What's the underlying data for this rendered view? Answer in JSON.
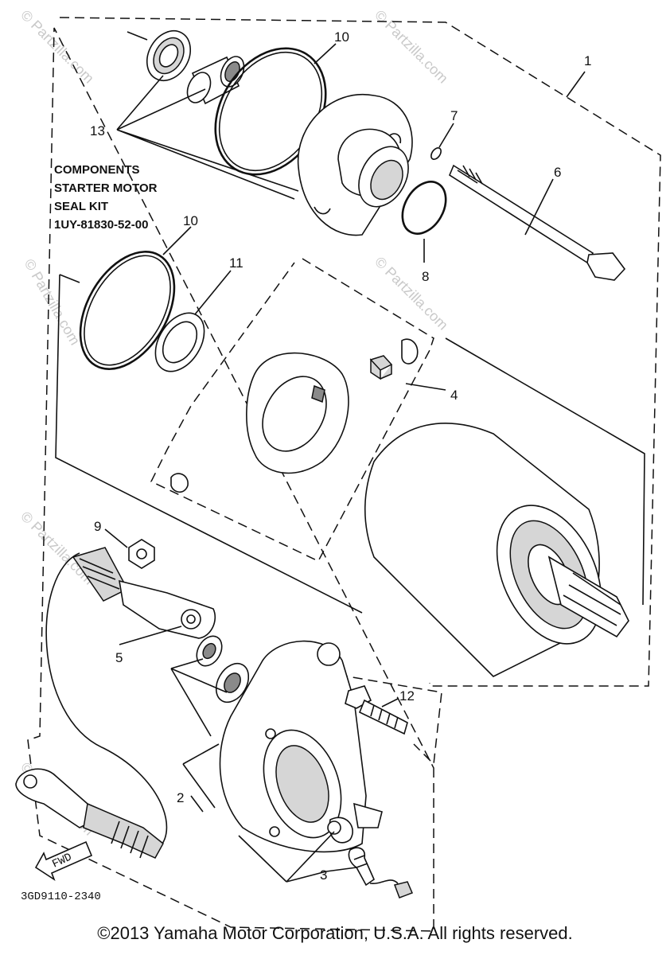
{
  "callouts": {
    "c1": "1",
    "c2": "2",
    "c3": "3",
    "c4": "4",
    "c5": "5",
    "c6": "6",
    "c7": "7",
    "c8": "8",
    "c9": "9",
    "c10a": "10",
    "c10b": "10",
    "c11": "11",
    "c12": "12",
    "c13": "13"
  },
  "kit_label": {
    "line1": "COMPONENTS",
    "line2": "STARTER MOTOR",
    "line3": "SEAL KIT",
    "line4": "1UY-81830-52-00"
  },
  "fwd_label": "FWD",
  "diagram_code": "3GD9110-2340",
  "watermarks": [
    "© Partzilla.com",
    "© Partzilla.com",
    "© Partzilla.com",
    "© Partzilla.com",
    "© Partzilla.com",
    "© Partzilla.com",
    "© Partzilla.com"
  ],
  "copyright": "©2013 Yamaha Motor Corporation, U.S.A. All rights reserved."
}
